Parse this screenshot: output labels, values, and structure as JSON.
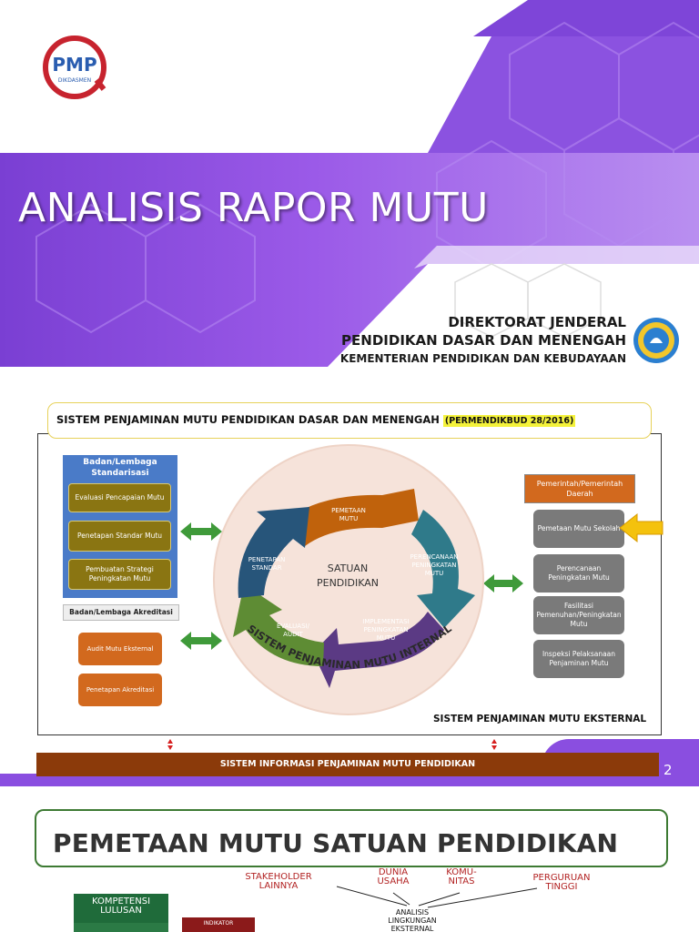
{
  "slide1": {
    "logo_text": "PMP",
    "logo_subtext": "DIKDASMEN",
    "title": "ANALISIS RAPOR MUTU",
    "directorate_line1": "DIREKTORAT JENDERAL",
    "directorate_line2": "PENDIDIKAN DASAR DAN MENENGAH",
    "ministry": "KEMENTERIAN PENDIDIKAN DAN KEBUDAYAAN",
    "colors": {
      "purple": "#8a4ee0",
      "white": "#ffffff"
    },
    "emblem_icon": "tut-wuri-handayani-emblem"
  },
  "slide2": {
    "header": "SISTEM PENJAMINAN MUTU PENDIDIKAN DASAR DAN MENENGAH",
    "header_ref": "(PERMENDIKBUD 28/2016)",
    "standard_body": "Badan/Lembaga Standarisasi",
    "standard_items": [
      "Evaluasi Pencapaian Mutu",
      "Penetapan Standar Mutu",
      "Pembuatan Strategi Peningkatan Mutu"
    ],
    "accreditation_body": "Badan/Lembaga Akreditasi",
    "accreditation_items": [
      "Audit Mutu Eksternal",
      "Penetapan Akreditasi"
    ],
    "cycle_center_line1": "SATUAN",
    "cycle_center_line2": "PENDIDIKAN",
    "cycle_steps": {
      "pemetaan": [
        "PEMETAAN",
        "MUTU"
      ],
      "perencanaan": [
        "PERENCANAAN",
        "PENINGKATAN",
        "MUTU"
      ],
      "implementasi": [
        "IMPLEMENTASI",
        "PENINGKATAN",
        "MUTU"
      ],
      "evaluasi": [
        "EVALUASI/",
        "AUDIT"
      ],
      "penetapan": [
        "PENETAPAN",
        "STANDAR"
      ]
    },
    "cycle_arc_text": "SISTEM PENJAMINAN MUTU INTERNAL",
    "government": "Pemerintah/Pemerintah Daerah",
    "government_items": [
      "Pemetaan Mutu Sekolah",
      "Perencanaan Peningkatan Mutu",
      "Fasilitasi Pemenuhan/Peningkatan Mutu",
      "Inspeksi Pelaksanaan Penjaminan Mutu"
    ],
    "external_system": "SISTEM PENJAMINAN MUTU EKSTERNAL",
    "info_system": "SISTEM INFORMASI PENJAMINAN MUTU PENDIDIKAN",
    "page_number": "2"
  },
  "slide3": {
    "title": "PEMETAAN MUTU SATUAN PENDIDIKAN",
    "stakeholders": [
      "STAKEHOLDER LAINNYA",
      "DUNIA USAHA",
      "KOMU-NITAS",
      "PERGURUAN TINGGI"
    ],
    "analysis": "ANALISIS LINGKUNGAN EKSTERNAL",
    "competency": "KOMPETENSI LULUSAN",
    "indicator": "INDIKATOR"
  }
}
